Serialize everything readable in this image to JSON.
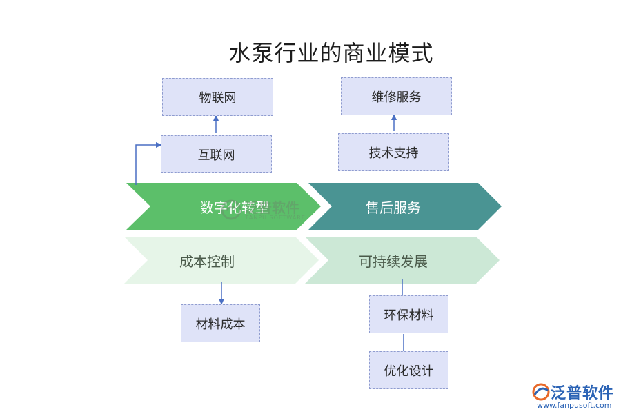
{
  "title": "水泵行业的商业模式",
  "chevrons": {
    "digital": "数字化转型",
    "after_sales": "售后服务",
    "cost": "成本控制",
    "sustainable": "可持续发展"
  },
  "boxes": {
    "iot": "物联网",
    "internet": "互联网",
    "maintenance": "维修服务",
    "tech_support": "技术支持",
    "material_cost": "材料成本",
    "eco_material": "环保材料",
    "optimize_design": "优化设计"
  },
  "watermark": {
    "cn": "泛普软件",
    "en": "FANPU SOFTWARE"
  },
  "logo": {
    "cn": "泛普软件",
    "url": "www.fanpusoft.com"
  },
  "colors": {
    "chevron_green": "#5cbf6a",
    "chevron_teal": "#4a9493",
    "chevron_light_green": "#e6f5e8",
    "chevron_light_teal": "#cce8d6",
    "box_fill": "#dfe3f8",
    "box_border": "#8f9ccf",
    "arrow": "#4a6fc4"
  }
}
